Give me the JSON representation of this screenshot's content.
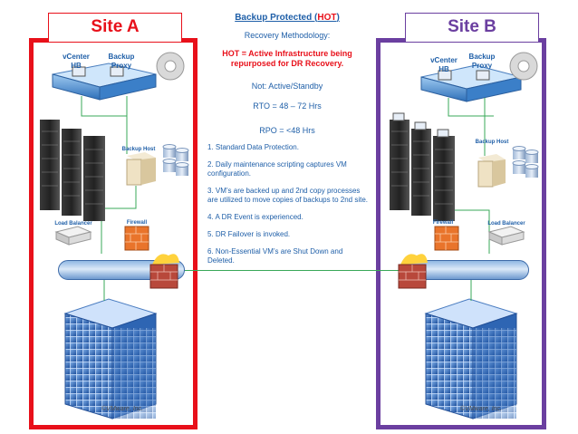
{
  "site_a": {
    "title": "Site A",
    "vcenter": "vCenter\nHB",
    "backup_proxy": "Backup\nProxy",
    "backup_host": "Backup Host",
    "load_balancer": "Load Balancer",
    "firewall": "Firewall",
    "watermark": "©VMware, Inc."
  },
  "site_b": {
    "title": "Site B",
    "vcenter": "vCenter\nHB",
    "backup_proxy": "Backup\nProxy",
    "backup_host": "Backup Host",
    "load_balancer": "Load Balancer",
    "firewall": "Firewall",
    "watermark": "©VMware, Inc."
  },
  "center": {
    "title_prefix": "Backup Protected (",
    "title_hot": "HOT",
    "title_suffix": ")",
    "methodology": "Recovery Methodology:",
    "hot_definition": "HOT = Active Infrastructure being repurposed for DR Recovery.",
    "mode": "Not: Active/Standby",
    "rto": "RTO = 48 – 72 Hrs",
    "rpo": "RPO = <48 Hrs",
    "steps": [
      "1. Standard Data Protection.",
      "2. Daily maintenance scripting captures VM configuration.",
      "3. VM’s are backed up and 2nd copy processes are utilized to move copies of backups to 2nd site.",
      "4. A DR Event is experienced.",
      "5. DR Failover is invoked.",
      "6. Non-Essential VM’s are Shut Down and Deleted."
    ]
  },
  "colors": {
    "site_a": "#e8101a",
    "site_b": "#6b3fa0",
    "text_blue": "#1f5fa8",
    "connector": "#3aa858"
  }
}
